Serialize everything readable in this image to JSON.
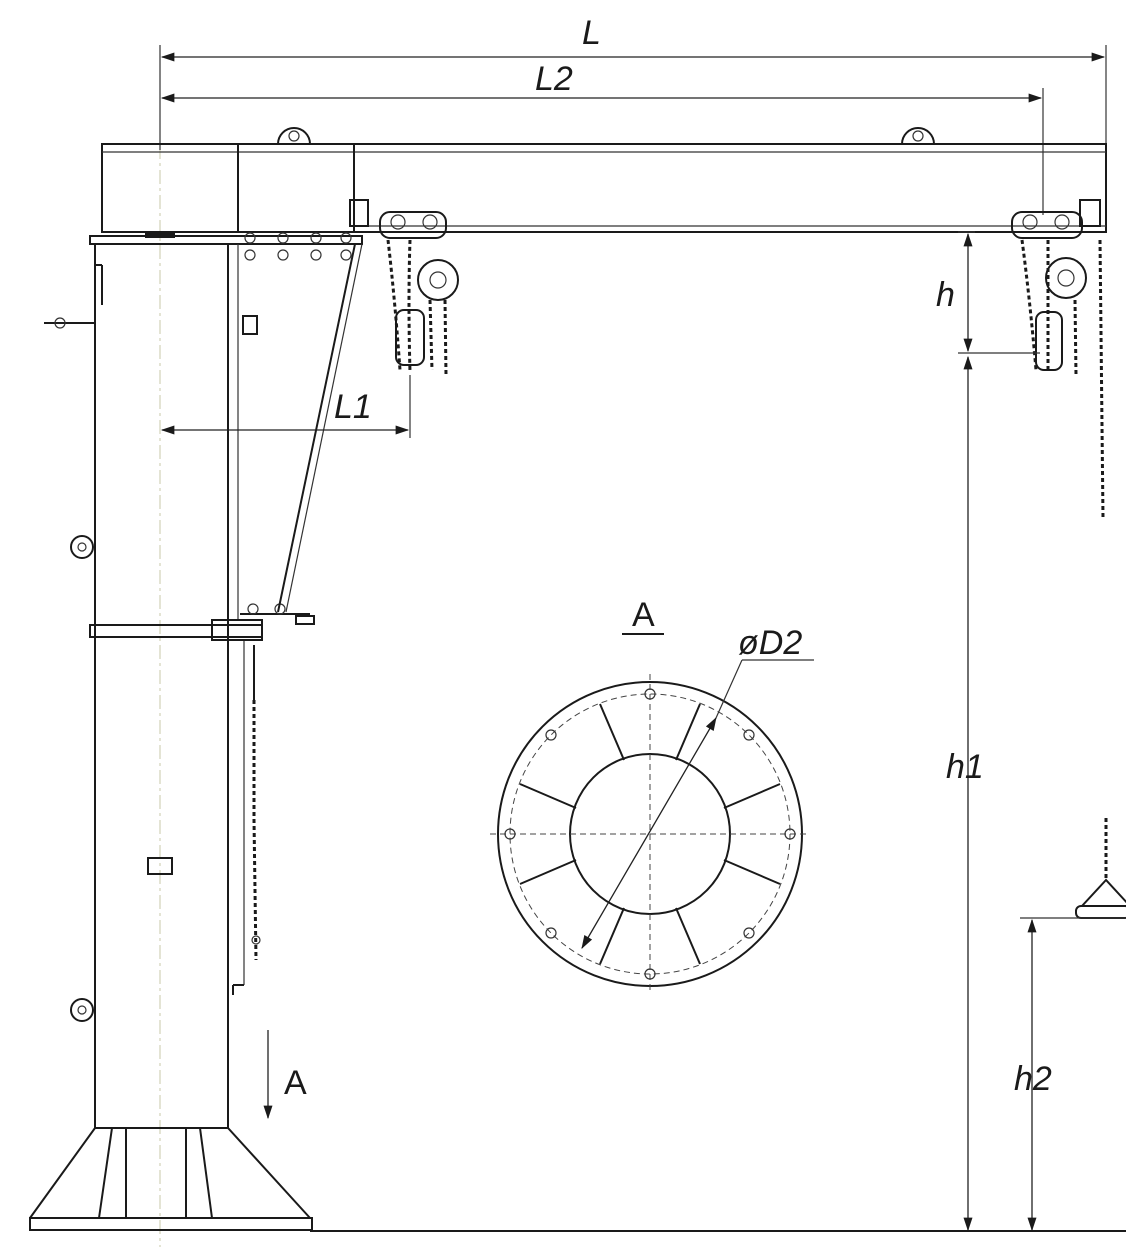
{
  "labels": {
    "L": "L",
    "L2": "L2",
    "L1": "L1",
    "h": "h",
    "h1": "h1",
    "h2": "h2",
    "section": "A",
    "view_arrow": "A",
    "diameter": "øD2"
  },
  "colors": {
    "line": "#1a1a1a",
    "centerline": "#c8c8a8",
    "background": "#ffffff"
  }
}
